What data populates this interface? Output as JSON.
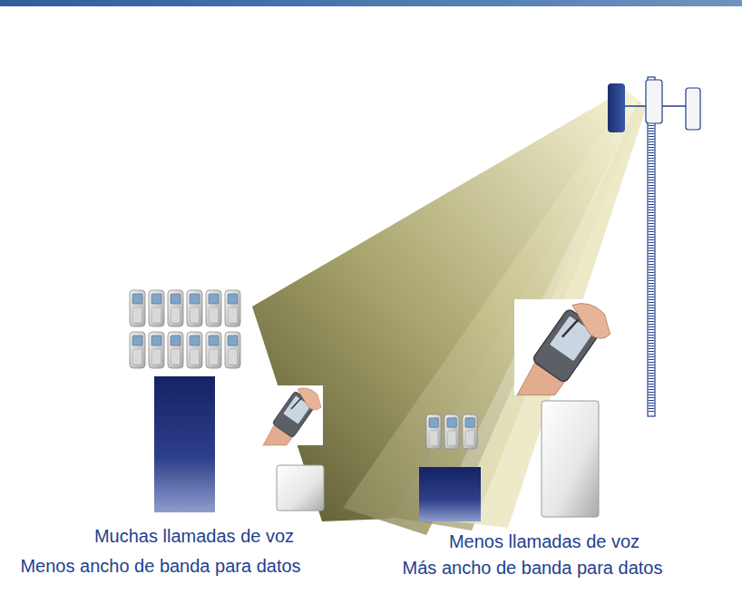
{
  "diagram": {
    "labels": [
      "Muchas llamadas de voz",
      "Menos ancho de banda para datos",
      "Menos llamadas de voz",
      "Más ancho de banda para datos"
    ]
  }
}
